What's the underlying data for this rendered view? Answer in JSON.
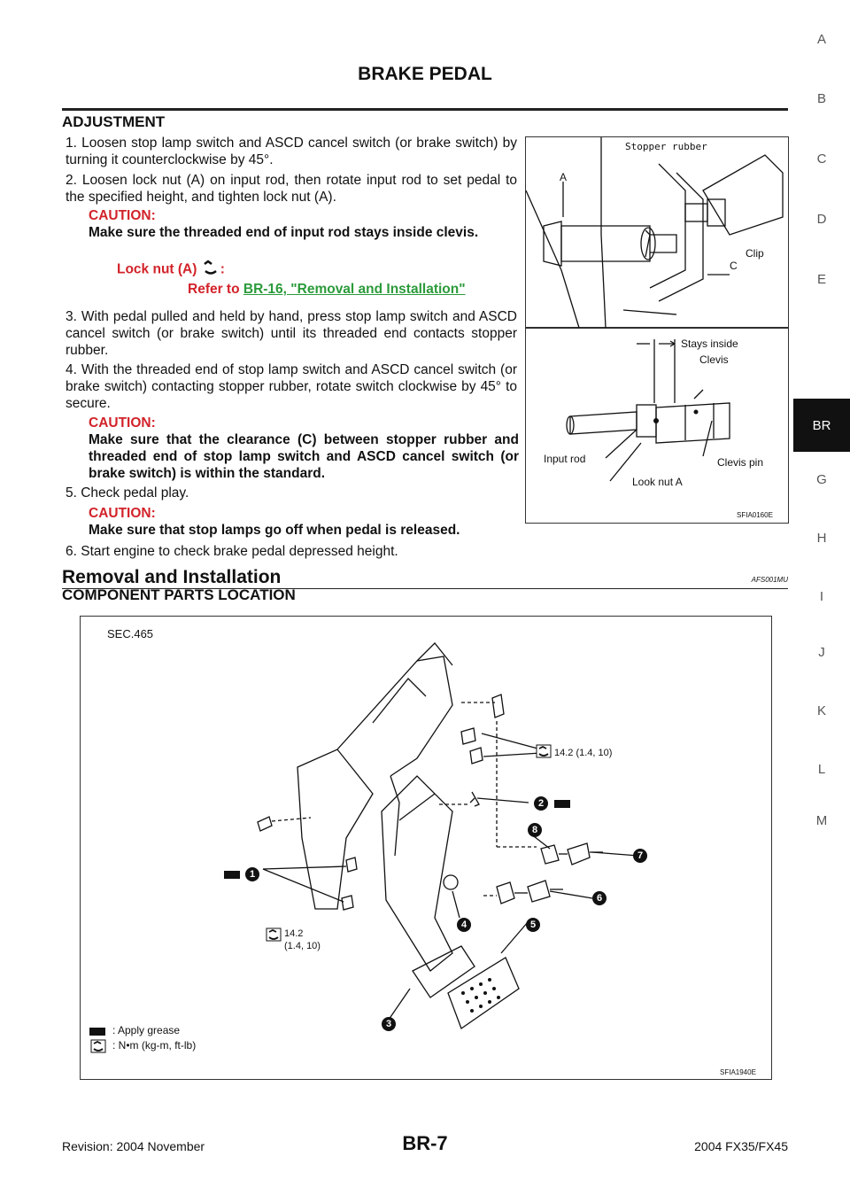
{
  "header": {
    "title": "BRAKE PEDAL"
  },
  "side_tabs": [
    "A",
    "B",
    "C",
    "D",
    "E",
    "BR",
    "G",
    "H",
    "I",
    "J",
    "K",
    "L",
    "M"
  ],
  "adjustment": {
    "heading": "ADJUSTMENT",
    "step1": "1.  Loosen stop lamp switch and ASCD cancel switch (or brake switch) by turning it counterclockwise by 45°.",
    "step2": "2.  Loosen lock nut (A) on input rod, then rotate input rod to set pedal to the specified height, and tighten lock nut (A).",
    "caution_label": "CAUTION:",
    "caution2": "Make sure the threaded end of input rod stays inside clevis.",
    "locknut_label": "Lock nut (A)",
    "locknut_colon": ":",
    "refer_prefix": "Refer to ",
    "refer_link": "BR-16, \"Removal and Installation\"",
    "step3": "3.  With pedal pulled and held by hand, press stop lamp switch and ASCD cancel switch (or brake switch) until its threaded end contacts stopper rubber.",
    "step4": "4.  With the threaded end of stop lamp switch and ASCD cancel switch (or brake switch) contacting stopper rubber, rotate switch clockwise by 45° to secure.",
    "caution4": "Make sure that the clearance (C) between stopper rubber and threaded end of stop lamp switch and ASCD cancel switch (or brake switch) is within the standard.",
    "step5": "5.  Check pedal play.",
    "caution5": "Make sure that stop lamps go off when pedal is released.",
    "step6": "6.  Start engine to check brake pedal depressed height."
  },
  "figure1": {
    "label_stopper": "Stopper rubber",
    "label_a": "A",
    "label_clip": "Clip",
    "label_c": "C",
    "label_stays": "Stays inside",
    "label_clevis": "Clevis",
    "label_inputrod": "Input rod",
    "label_clevispin": "Clevis pin",
    "label_locknut": "Look nut A",
    "code": "SFIA0160E"
  },
  "removal": {
    "heading": "Removal and Installation",
    "code": "AFS001MU",
    "subheading": "COMPONENT PARTS LOCATION"
  },
  "figure2": {
    "sec": "SEC.465",
    "torque_top": "14.2 (1.4, 10)",
    "torque_left_1": "14.2",
    "torque_left_2": "(1.4, 10)",
    "callouts": [
      "1",
      "2",
      "3",
      "4",
      "5",
      "6",
      "7",
      "8"
    ],
    "legend_grease": ": Apply grease",
    "legend_torque": ":  N•m  (kg-m,  ft-lb)",
    "code": "SFIA1940E"
  },
  "footer": {
    "left": "Revision: 2004 November",
    "center": "BR-7",
    "right": "2004 FX35/FX45"
  }
}
